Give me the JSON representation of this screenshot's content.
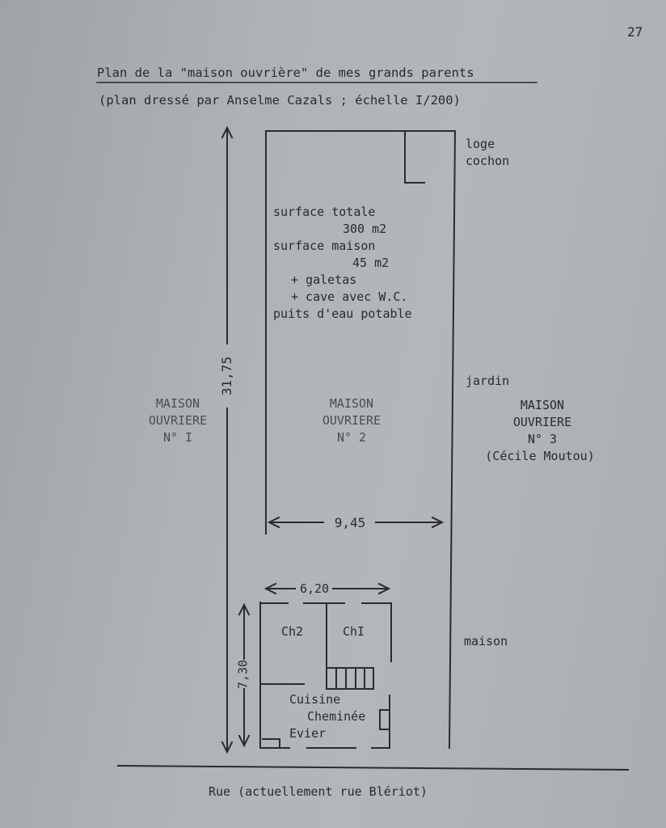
{
  "page_number": "27",
  "title": "Plan de la \"maison ouvrière\" de mes grands parents",
  "subtitle": "(plan dressé par Anselme Cazals ; échelle I/200)",
  "labels": {
    "loge_1": "loge",
    "loge_2": "cochon",
    "jardin": "jardin",
    "maison": "maison",
    "rue": "Rue (actuellement rue Blériot)"
  },
  "surface": {
    "line1": "surface totale",
    "line2": "300 m2",
    "line3": "surface maison",
    "line4": "45 m2",
    "line5": "+ galetas",
    "line6": "+ cave avec W.C.",
    "line7": "puits d'eau potable"
  },
  "maison1": {
    "line1": "MAISON",
    "line2": "OUVRIERE",
    "line3": "N° I"
  },
  "maison2": {
    "line1": "MAISON",
    "line2": "OUVRIERE",
    "line3": "N° 2"
  },
  "maison3": {
    "line1": "MAISON",
    "line2": "OUVRIERE",
    "line3": "N° 3",
    "line4": "(Cécile Moutou)"
  },
  "dimensions": {
    "length": "31,75",
    "width": "9,45",
    "house_width": "6,20",
    "house_depth": "7,30"
  },
  "rooms": {
    "ch2": "Ch2",
    "ch1": "ChI",
    "cuisine": "Cuisine",
    "cheminee": "Cheminée",
    "evier": "Evier"
  }
}
